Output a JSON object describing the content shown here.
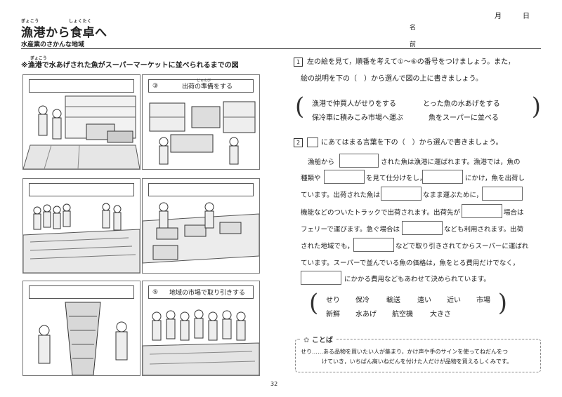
{
  "header": {
    "title": "漁港から食卓へ",
    "title_ruby": [
      "ぎょこう",
      "しょくたく"
    ],
    "subtitle": "水産業のさかんな地域",
    "month_label": "月",
    "day_label": "日",
    "name_label_1": "名",
    "name_label_2": "前"
  },
  "left": {
    "caption": "※漁港で水あげされた魚がスーパーマーケットに並べられるまでの図",
    "caption_ruby": "ぎょこう",
    "panels": [
      {
        "num": "③",
        "label": "出荷の準備をする",
        "ruby": "じゅんび"
      },
      {
        "num": "⑤",
        "label": "地域の市場で取り引きする"
      }
    ]
  },
  "right": {
    "q1": {
      "number": "1",
      "line1": "左の絵を見て，順番を考えて①～⑥の番号をつけましょう。また，",
      "line2": "絵の説明を下の（　）から選んで図の上に書きましょう。",
      "choices_row1": [
        "漁港で仲買人がせりをする",
        "とった魚の水あげをする"
      ],
      "choices_row2": [
        "保冷車に積みこみ市場へ運ぶ",
        "魚をスーパーに並べる"
      ]
    },
    "q2": {
      "number": "2",
      "intro": "にあてはまる言葉を下の（　）から選んで書きましょう。",
      "s1a": "漁船から",
      "s1b": "された魚は漁港に運ばれます。漁港では，魚の",
      "s2a": "種類や",
      "s2b": "を見て仕分けをし，",
      "s2c": "にかけ，魚を出荷し",
      "s3a": "ています。出荷された魚は",
      "s3b": "なまま運ぶために，",
      "s4a": "機能などのついたトラックで出荷されます。出荷先が",
      "s4b": "場合は",
      "s5a": "フェリーで運びます。急ぐ場合は",
      "s5b": "なども利用されます。出荷",
      "s6a": "された地域でも，",
      "s6b": "などで取り引きされてからスーパーに運ばれ",
      "s7": "ています。スーパーで並んでいる魚の価格は，魚をとる費用だけでなく，",
      "s8": "にかかる費用などもあわせて決められています。",
      "words_row1": [
        "せり",
        "保冷",
        "輸送",
        "遠い",
        "近い",
        "市場"
      ],
      "words_row2": [
        "新鮮",
        "水あげ",
        "航空機",
        "大きさ"
      ]
    },
    "kotoba": {
      "heading": "ことば",
      "line1": "せり……ある品物を買いたい人が集まり，かけ声や手のサインを使ってねだんをつ",
      "line2": "けていき，いちばん高いねだんを付けた人だけが品物を買えるしくみです。"
    }
  },
  "page_number": "32"
}
